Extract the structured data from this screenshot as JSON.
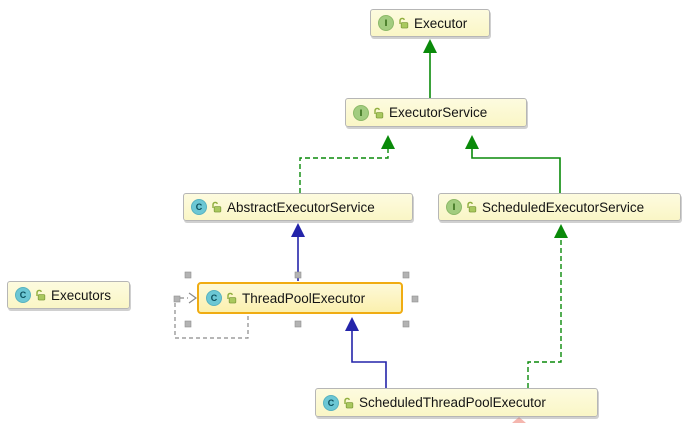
{
  "diagram": {
    "kind": "uml-class-diagram",
    "icon_letters": {
      "class": "C",
      "interface": "I"
    },
    "nodes": [
      {
        "id": "executor",
        "label": "Executor",
        "stereotype": "interface"
      },
      {
        "id": "executor-service",
        "label": "ExecutorService",
        "stereotype": "interface"
      },
      {
        "id": "abstract-executor-service",
        "label": "AbstractExecutorService",
        "stereotype": "class"
      },
      {
        "id": "scheduled-executor-service",
        "label": "ScheduledExecutorService",
        "stereotype": "interface"
      },
      {
        "id": "executors",
        "label": "Executors",
        "stereotype": "class"
      },
      {
        "id": "thread-pool-executor",
        "label": "ThreadPoolExecutor",
        "stereotype": "class",
        "selected": true
      },
      {
        "id": "scheduled-thread-pool-executor",
        "label": "ScheduledThreadPoolExecutor",
        "stereotype": "class"
      }
    ],
    "edges": [
      {
        "from": "ExecutorService",
        "to": "Executor",
        "type": "extends",
        "style": "solid",
        "color": "#0a8a0a"
      },
      {
        "from": "AbstractExecutorService",
        "to": "ExecutorService",
        "type": "implements",
        "style": "dashed",
        "color": "#0a8a0a"
      },
      {
        "from": "ScheduledExecutorService",
        "to": "ExecutorService",
        "type": "extends",
        "style": "solid",
        "color": "#0a8a0a"
      },
      {
        "from": "ThreadPoolExecutor",
        "to": "AbstractExecutorService",
        "type": "extends",
        "style": "solid",
        "color": "#2424aa"
      },
      {
        "from": "ScheduledThreadPoolExecutor",
        "to": "ThreadPoolExecutor",
        "type": "extends",
        "style": "solid",
        "color": "#2424aa"
      },
      {
        "from": "ScheduledThreadPoolExecutor",
        "to": "ScheduledExecutorService",
        "type": "implements",
        "style": "dashed",
        "color": "#0a8a0a"
      },
      {
        "from": "ThreadPoolExecutor",
        "to": "ThreadPoolExecutor",
        "type": "dependency",
        "style": "dashed",
        "color": "#8a8a8a"
      }
    ],
    "selection": {
      "selected_node": "ThreadPoolExecutor",
      "handle_count": 8
    },
    "colors": {
      "node_fill": "#fbf8cf",
      "node_border": "#b6b6b6",
      "selected_border": "#f0ac12",
      "extends_interface": "#0a8a0a",
      "extends_class": "#2424aa",
      "dependency": "#8a8a8a",
      "class_icon": "#6cc7d4",
      "interface_icon": "#a2cc7f",
      "lock_icon": "#a9c85e"
    }
  }
}
